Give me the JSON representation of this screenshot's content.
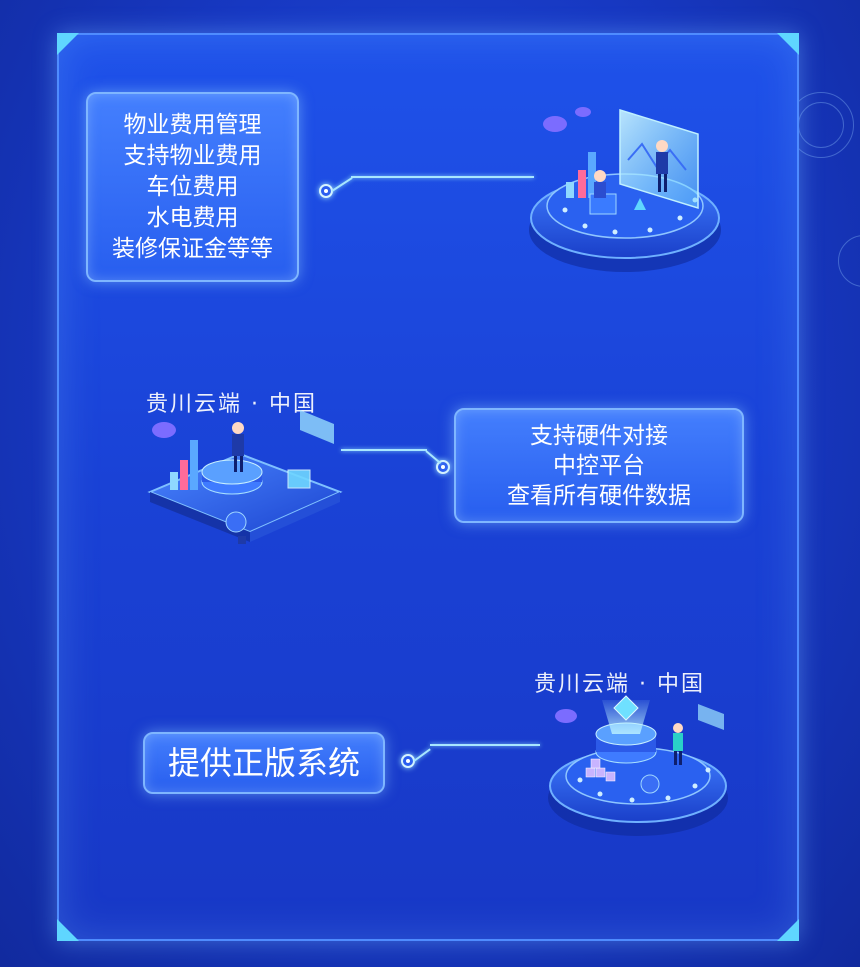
{
  "features": [
    {
      "lines": [
        "物业费用管理",
        "支持物业费用",
        "车位费用",
        "水电费用",
        "装修保证金等等"
      ]
    },
    {
      "lines": [
        "支持硬件对接",
        "中控平台",
        "查看所有硬件数据"
      ]
    },
    {
      "lines": [
        "提供正版系统"
      ]
    }
  ],
  "watermark": "贵川云端 · 中国",
  "colors": {
    "background": "#1535b8",
    "panel": "#1f52ea",
    "accent": "#5fd6ff",
    "text": "#ffffff"
  }
}
